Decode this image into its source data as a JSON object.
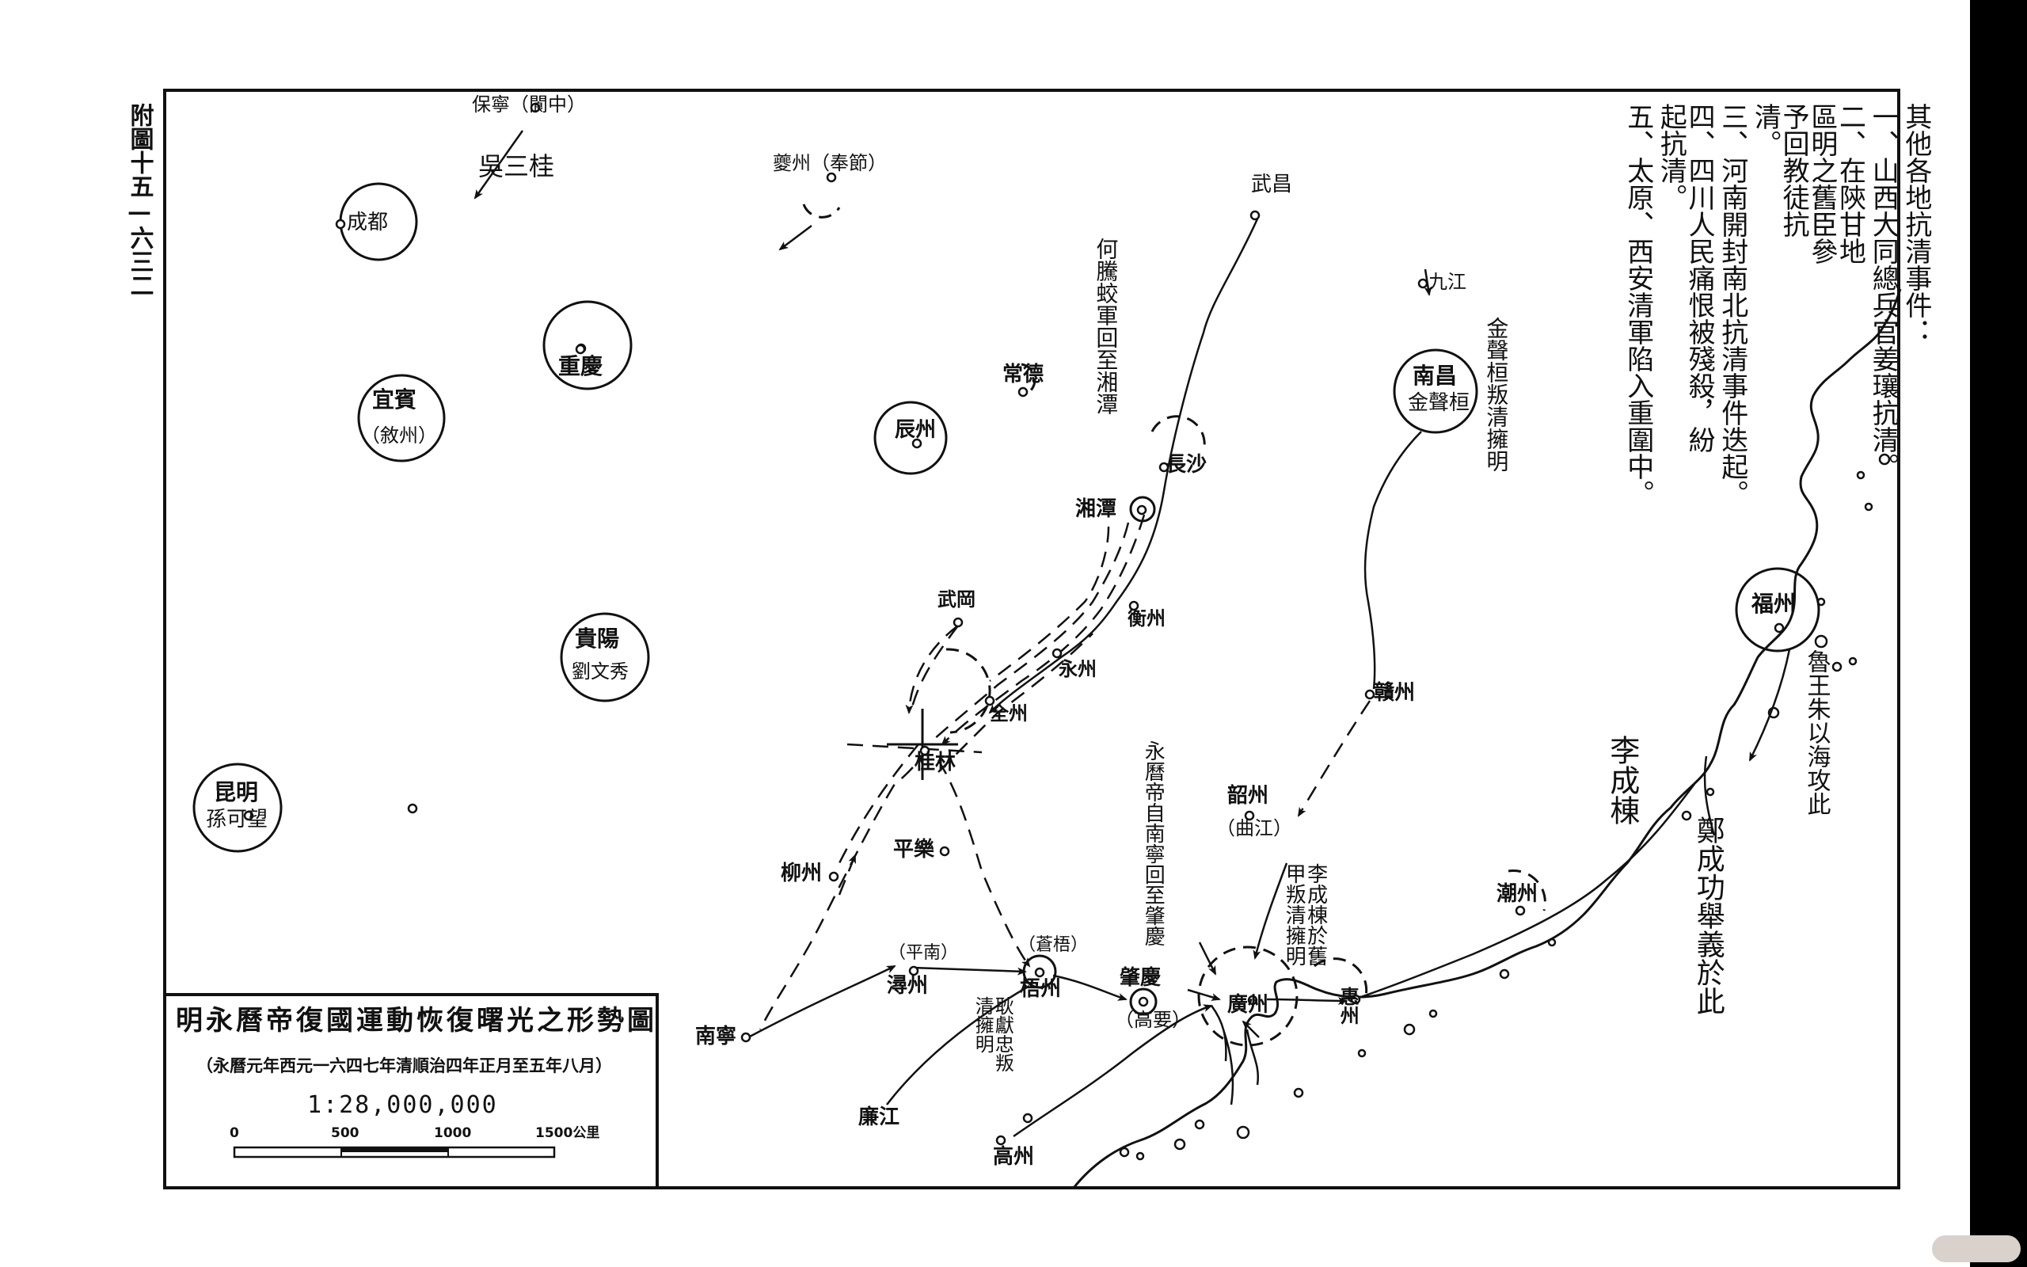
{
  "page_label": "附圖十五—六三二",
  "notes": {
    "heading": "其他各地抗清事件：",
    "items": [
      "一、山西大同總兵官姜瓖抗清。",
      "二、在陝甘地區明之舊臣參予回教徒抗清。",
      "三、河南開封南北抗清事件迭起。",
      "四、四川人民痛恨被殘殺，紛起抗清。",
      "五、太原、西安清軍陷入重圍中。"
    ]
  },
  "legend": {
    "title": "明永曆帝復國運動恢復曙光之形勢圖",
    "subtitle": "（永曆元年西元一六四七年清順治四年正月至五年八月）",
    "scale": "1:28,000,000",
    "ticks": [
      "0",
      "500",
      "1000",
      "1500公里"
    ]
  },
  "places": {
    "baoning": "保寧（閬中）",
    "chengdu": "成都",
    "kuizhou": "夔州（奉節）",
    "wuchang": "武昌",
    "jiujiang": "九江",
    "chongqing": "重慶",
    "yibin": "宜賓",
    "xuzhou": "（敘州）",
    "changde": "常德",
    "chenzhou": "辰州",
    "changsha": "長沙",
    "xiangtan": "湘潭",
    "nanchang": "南昌",
    "wugang": "武岡",
    "hengzhou": "衡州",
    "yongzhou": "永州",
    "quanzhou": "全州",
    "guiyang": "貴陽",
    "guilin": "桂林",
    "ganzhou": "贛州",
    "fuzhou": "福州",
    "kunming": "昆明",
    "pingle": "平樂",
    "shaozhou": "韶州",
    "qujiang": "（曲江）",
    "liuzhou": "柳州",
    "chaozhou": "潮州",
    "xunzhou": "潯州",
    "pingnan": "（平南）",
    "wuzhou": "梧州",
    "cangwu": "（蒼梧）",
    "zhaoqing": "肇慶",
    "gaoyao": "（高要）",
    "guangzhou": "廣州",
    "huizhou": "惠州",
    "nanning": "南寧",
    "lianjiang": "廉江",
    "gaozhou": "高州"
  },
  "annotations": {
    "wu_sangui": "吳三桂",
    "liu_wenxiu": "劉文秀",
    "sun_kewang": "孫可望",
    "jin_shenghuan_in_circle": "金聲桓",
    "he_tengjiao": "何騰蛟軍回至湘潭",
    "jin_shenghuan_revolt": "金聲桓叛清擁明",
    "yongli_route": "永曆帝自南寧回至肇慶",
    "li_chengdong_revolt": "李成棟於舊甲叛清擁明",
    "chen_bangyan": "耿獻忠叛清擁明",
    "li_chengdong": "李成棟",
    "zheng_chenggong": "鄭成功舉義於此",
    "lu_wang": "魯王朱以海攻此"
  },
  "colors": {
    "ink": "#111111",
    "paper": "#ffffff",
    "background": "#000000"
  }
}
